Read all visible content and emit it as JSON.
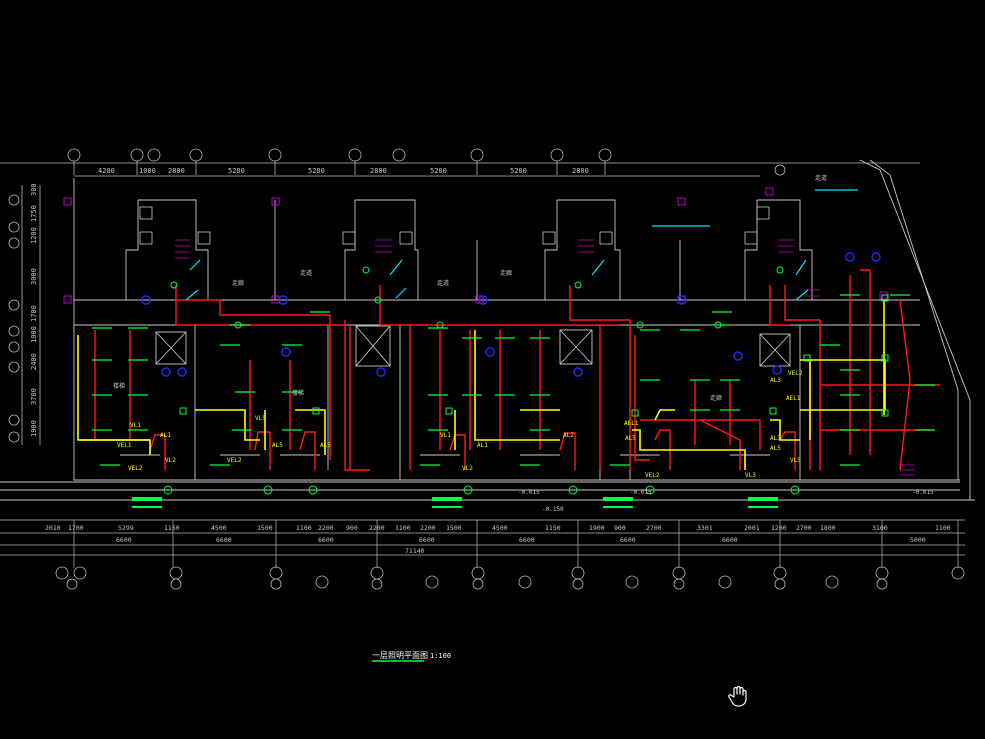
{
  "drawing": {
    "caption": "一层照明平面图",
    "scale": "1:100",
    "colors": {
      "background": "#000000",
      "wall": "#c8c8c8",
      "dim": "#b9b9b9",
      "red": "#ff1a1a",
      "yellow": "#ffff00",
      "green": "#00ff40",
      "cyan": "#00e5ff",
      "magenta": "#c000c0",
      "blue": "#1e2cff",
      "white": "#ffffff"
    },
    "top_dims": [
      "4200",
      "1000",
      "2800",
      "5200",
      "5200",
      "2800",
      "5200",
      "5200",
      "2800"
    ],
    "left_dims": [
      "300",
      "1750",
      "1200",
      "3000",
      "1700",
      "1000",
      "2400",
      "3780",
      "1900"
    ],
    "bottom_dims_row1": [
      "2010",
      "1700",
      "5299",
      "1150",
      "4500",
      "1500",
      "1100",
      "2200",
      "900",
      "2200",
      "1100",
      "2200",
      "1500",
      "4500",
      "1150",
      "1900",
      "900",
      "2700",
      "3301",
      "2001",
      "1200",
      "2700",
      "1800",
      "3100",
      "1100"
    ],
    "bottom_dims_row2": [
      "6600",
      "6600",
      "6600",
      "6600",
      "6600",
      "6600",
      "6600",
      "5000"
    ],
    "total_dim": "71140",
    "level_marks": [
      "-0.015",
      "-0.150",
      "-0.015",
      "-0.015"
    ],
    "panel_labels": [
      "VEL1",
      "AL1",
      "VL1",
      "VL2",
      "VEL2",
      "AL5",
      "AL5",
      "VL5",
      "VEL2",
      "AL1",
      "VL1",
      "VL2",
      "AL2",
      "AEL1",
      "AL5",
      "VEL2",
      "AL3",
      "AEL1",
      "VL3",
      "AL3",
      "VEL2",
      "AL5",
      "VL5"
    ],
    "room_labels": [
      "楼梯",
      "走廊",
      "走道",
      "楼梯",
      "走道",
      "走廊",
      "走廊",
      "走道"
    ]
  }
}
